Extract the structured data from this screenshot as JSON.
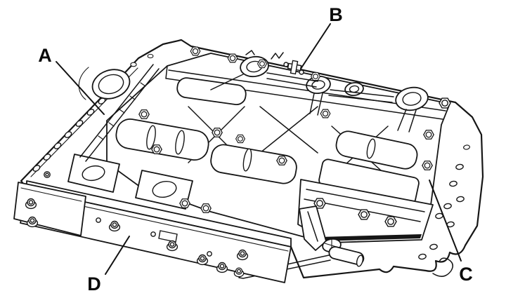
{
  "colors": {
    "background": "#ffffff",
    "ink": "#161616",
    "label_ink": "#0a0a0a"
  },
  "figure": {
    "callouts": [
      {
        "letter": "A"
      },
      {
        "letter": "B"
      },
      {
        "letter": "C"
      },
      {
        "letter": "D"
      }
    ]
  }
}
